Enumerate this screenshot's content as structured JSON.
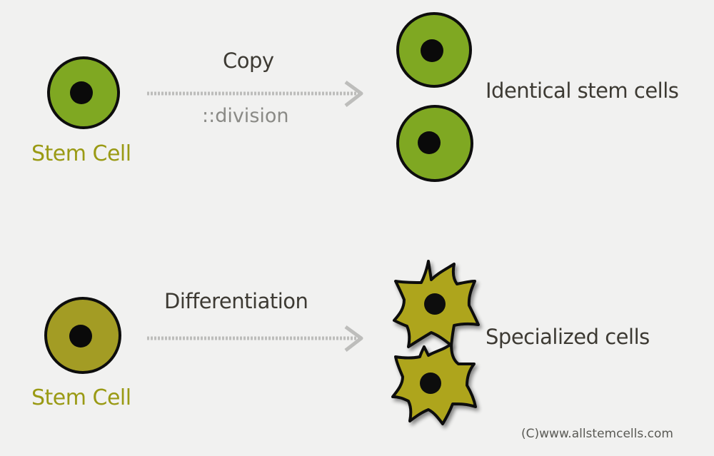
{
  "top_row": {
    "source_label": "Stem Cell",
    "process_label": "Copy",
    "process_sublabel": "::division",
    "result_label": "Identical stem cells"
  },
  "bottom_row": {
    "source_label": "Stem Cell",
    "process_label": "Differentiation",
    "result_label": "Specialized cells"
  },
  "credit": "(C)www.allstemcells.com",
  "colors": {
    "stem_green": "#7fa822",
    "stem_olive": "#a39c24",
    "specialized_fill": "#aea51f",
    "nucleus": "#0a0a0a",
    "outline": "#0d0d0d",
    "arrow": "#bdbdbb",
    "stem_label": "#9a9a14",
    "text_dark": "#3d3a33",
    "background": "#f1f1f0"
  },
  "icons": [
    "green-stem-cell-icon",
    "olive-stem-cell-icon",
    "specialized-cell-icon",
    "arrow-right-icon"
  ]
}
